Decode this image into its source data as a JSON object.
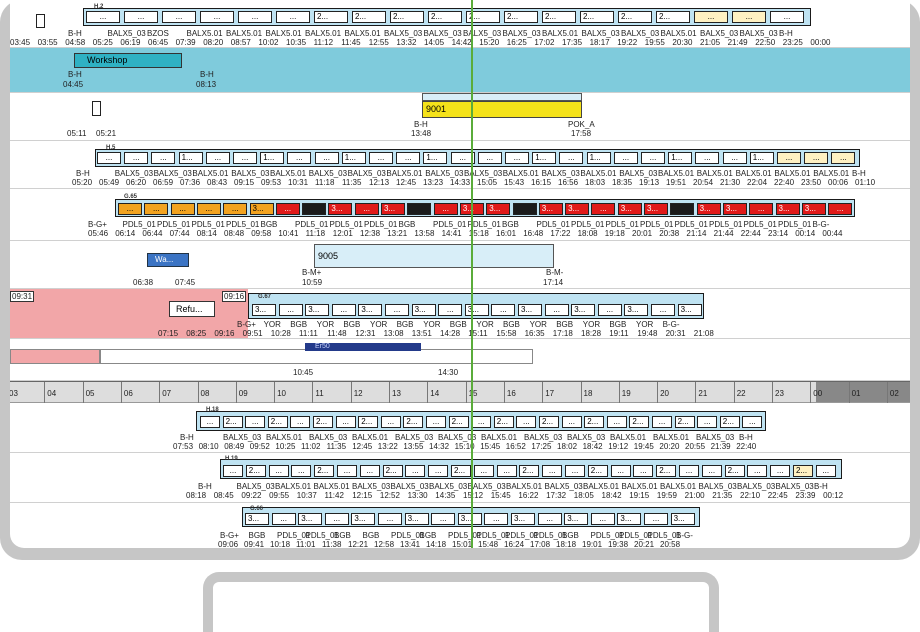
{
  "rows": [
    {
      "id": "r0",
      "tag": "H.2",
      "strip": {
        "left": 0,
        "width": 0
      },
      "cells": [
        {
          "t": "...",
          "c": ""
        },
        {
          "t": "...",
          "c": ""
        },
        {
          "t": "...",
          "c": ""
        },
        {
          "t": "...",
          "c": ""
        },
        {
          "t": "...",
          "c": ""
        },
        {
          "t": "...",
          "c": ""
        },
        {
          "t": "2...",
          "c": ""
        },
        {
          "t": "2...",
          "c": ""
        },
        {
          "t": "2...",
          "c": ""
        },
        {
          "t": "2...",
          "c": ""
        },
        {
          "t": "2...",
          "c": ""
        },
        {
          "t": "2...",
          "c": ""
        },
        {
          "t": "2...",
          "c": ""
        },
        {
          "t": "2...",
          "c": ""
        },
        {
          "t": "2...",
          "c": ""
        },
        {
          "t": "2...",
          "c": ""
        },
        {
          "t": "...",
          "c": "cream"
        },
        {
          "t": "...",
          "c": "cream"
        },
        {
          "t": "...",
          "c": ""
        }
      ],
      "stations": [
        "B-H",
        "BALX5_03",
        "BZOS",
        "BALX5.01",
        "BALX5.01",
        "BALX5.01",
        "BALX5.01",
        "BALX5.01",
        "BALX5_03",
        "BALX5_03",
        "BALX5_03",
        "BALX5_03",
        "BALX5.01",
        "BALX5_03",
        "BALX5_03",
        "BALX5.01",
        "BALX5_03",
        "BALX5_03",
        "B-H"
      ],
      "times": [
        "03:45",
        "03:55",
        "04:58",
        "05:25",
        "06:19",
        "06:45",
        "07:39",
        "08:20",
        "08:57",
        "10:02",
        "10:35",
        "11:12",
        "11:45",
        "12:55",
        "13:32",
        "14:05",
        "14:42",
        "15:20",
        "16:25",
        "17:02",
        "17:35",
        "18:17",
        "19:22",
        "19:55",
        "20:30",
        "21:05",
        "21:49",
        "22:50",
        "23:25",
        "00:00"
      ]
    }
  ],
  "workshop": {
    "label": "Workshop",
    "from": "B-H",
    "to": "B-H",
    "t1": "04:45",
    "t2": "08:13"
  },
  "row9001": {
    "label": "9001",
    "from": "B-H",
    "to": "POK_A",
    "t0": "05:11",
    "t0b": "05:21",
    "t1": "13:48",
    "t2": "17:58"
  },
  "row_h5": {
    "tag": "H.5",
    "cells": [
      "...",
      "...",
      "...",
      "1...",
      "...",
      "...",
      "1...",
      "...",
      "...",
      "1...",
      "...",
      "...",
      "1...",
      "...",
      "...",
      "...",
      "1...",
      "...",
      "1...",
      "...",
      "...",
      "1...",
      "...",
      "...",
      "1...",
      "...",
      "...",
      "..."
    ],
    "stations": [
      "B-H",
      "BALX5_03",
      "BALX5_03",
      "BALX5.01",
      "BALX5_03",
      "BALX5.01",
      "BALX5_03",
      "BALX5_03",
      "BALX5.01",
      "BALX5_03",
      "BALX5_03",
      "BALX5.01",
      "BALX5_03",
      "BALX5.01",
      "BALX5_03",
      "BALX5.01",
      "BALX5.01",
      "BALX5.01",
      "BALX5.01",
      "BALX5.01",
      "B-H"
    ],
    "times": [
      "05:20",
      "05:49",
      "06:20",
      "06:59",
      "07:36",
      "08:43",
      "09:15",
      "09:53",
      "10:31",
      "11:18",
      "11:35",
      "12:13",
      "12:45",
      "13:23",
      "14:33",
      "15:05",
      "15:43",
      "16:15",
      "16:56",
      "18:03",
      "18:35",
      "19:13",
      "19:51",
      "20:54",
      "21:30",
      "22:04",
      "22:40",
      "23:50",
      "00:06",
      "01:10"
    ]
  },
  "row_g65": {
    "tag": "G.65",
    "stations": [
      "B-G+",
      "PDL5_01",
      "PDL5_01",
      "PDL5_01",
      "PDL5_01",
      "BGB",
      "PDL5_01",
      "PDL5_01",
      "PDL5_01",
      "BGB",
      "PDL5_01",
      "PDL5_01",
      "BGB",
      "PDL5_01",
      "PDL5_01",
      "PDL5_01",
      "PDL5_01",
      "PDL5_01",
      "PDL5_01",
      "PDL5_01",
      "PDL5_01",
      "B-G-"
    ],
    "times": [
      "05:46",
      "06:14",
      "06:44",
      "07:44",
      "08:14",
      "08:48",
      "09:58",
      "10:41",
      "11:18",
      "12:01",
      "12:38",
      "13:21",
      "13:58",
      "14:41",
      "15:18",
      "16:01",
      "16:48",
      "17:22",
      "18:08",
      "19:18",
      "20:01",
      "20:38",
      "21:14",
      "21:44",
      "22:44",
      "23:14",
      "00:14",
      "00:44"
    ]
  },
  "row9005": {
    "label": "9005",
    "wa": "Wa...",
    "from": "B-M+",
    "to": "B-M-",
    "t1": "10:59",
    "t2": "17:14",
    "wt1": "06:38",
    "wt2": "07:45"
  },
  "row_g67": {
    "tag": "G.67",
    "time_left": "09:31",
    "time_mid": "09:16",
    "refu": "Refu...",
    "stations": [
      "B-G+",
      "YOR",
      "BGB",
      "YOR",
      "BGB",
      "YOR",
      "BGB",
      "YOR",
      "BGB",
      "YOR",
      "BGB",
      "YOR",
      "BGB",
      "YOR",
      "BGB",
      "YOR",
      "B-G-"
    ],
    "times": [
      "07:15",
      "08:25",
      "09:16",
      "09:51",
      "10:28",
      "11:11",
      "11:48",
      "12:31",
      "13:08",
      "13:51",
      "14:28",
      "15:11",
      "15:58",
      "16:35",
      "17:18",
      "18:28",
      "19:11",
      "19:48",
      "20:31",
      "21:08"
    ]
  },
  "row_er": {
    "label": "Er50",
    "t1": "10:45",
    "t2": "14:30"
  },
  "timeline": [
    "03",
    "04",
    "05",
    "06",
    "07",
    "08",
    "09",
    "10",
    "11",
    "12",
    "13",
    "14",
    "15",
    "16",
    "17",
    "18",
    "19",
    "20",
    "21",
    "22",
    "23",
    "00",
    "01",
    "02"
  ],
  "row_h18": {
    "tag": "H.18",
    "stations": [
      "B-H",
      "BALX5_03",
      "BALX5.01",
      "BALX5_03",
      "BALX5.01",
      "BALX5_03",
      "BALX5_03",
      "BALX5.01",
      "BALX5_03",
      "BALX5_03",
      "BALX5.01",
      "BALX5.01",
      "BALX5_03",
      "B-H"
    ],
    "times": [
      "07:53",
      "08:10",
      "08:49",
      "09:52",
      "10:25",
      "11:02",
      "11:35",
      "12:45",
      "13:22",
      "13:55",
      "14:32",
      "15:10",
      "15:45",
      "16:52",
      "17:25",
      "18:02",
      "18:42",
      "19:12",
      "19:45",
      "20:20",
      "20:55",
      "21:39",
      "22:40"
    ]
  },
  "row_h19": {
    "tag": "H.19",
    "stations": [
      "B-H",
      "BALX5_03",
      "BALX5.01",
      "BALX5.01",
      "BALX5_03",
      "BALX5_03",
      "BALX5_03",
      "BALX5_03",
      "BALX5.01",
      "BALX5_03",
      "BALX5.01",
      "BALX5.01",
      "BALX5.01",
      "BALX5_03",
      "BALX5_03",
      "BALX5_03",
      "B-H"
    ],
    "times": [
      "08:18",
      "08:45",
      "09:22",
      "09:55",
      "10:37",
      "11:42",
      "12:15",
      "12:52",
      "13:30",
      "14:35",
      "15:12",
      "15:45",
      "16:22",
      "17:32",
      "18:05",
      "18:42",
      "19:15",
      "19:59",
      "21:00",
      "21:35",
      "22:10",
      "22:45",
      "23:39",
      "00:12"
    ]
  },
  "row_g66": {
    "tag": "G.66",
    "stations": [
      "B-G+",
      "BGB",
      "PDL5_01",
      "PDL5_01",
      "BGB",
      "BGB",
      "PDL5_01",
      "BGB",
      "PDL5_01",
      "PDL5_01",
      "PDL5_01",
      "PDL5_01",
      "BGB",
      "PDL5_01",
      "PDL5_01",
      "PDL5_01",
      "B-G-"
    ],
    "times": [
      "09:06",
      "09:41",
      "10:18",
      "11:01",
      "11:38",
      "12:21",
      "12:58",
      "13:41",
      "14:18",
      "15:01",
      "15:48",
      "16:24",
      "17:08",
      "18:18",
      "19:01",
      "19:38",
      "20:21",
      "20:58"
    ]
  },
  "colors": {
    "workshop_band": "#7fcbdc",
    "block_blue": "#bfe3f2",
    "block_yellow": "#f5e21a",
    "refuel_pink": "#f2a6a8",
    "alarm_red": "#e01a1a",
    "amber": "#f2a320",
    "now_line": "#5aac3a",
    "er_bar": "#233a8a",
    "wa_blue": "#3b74c4"
  }
}
